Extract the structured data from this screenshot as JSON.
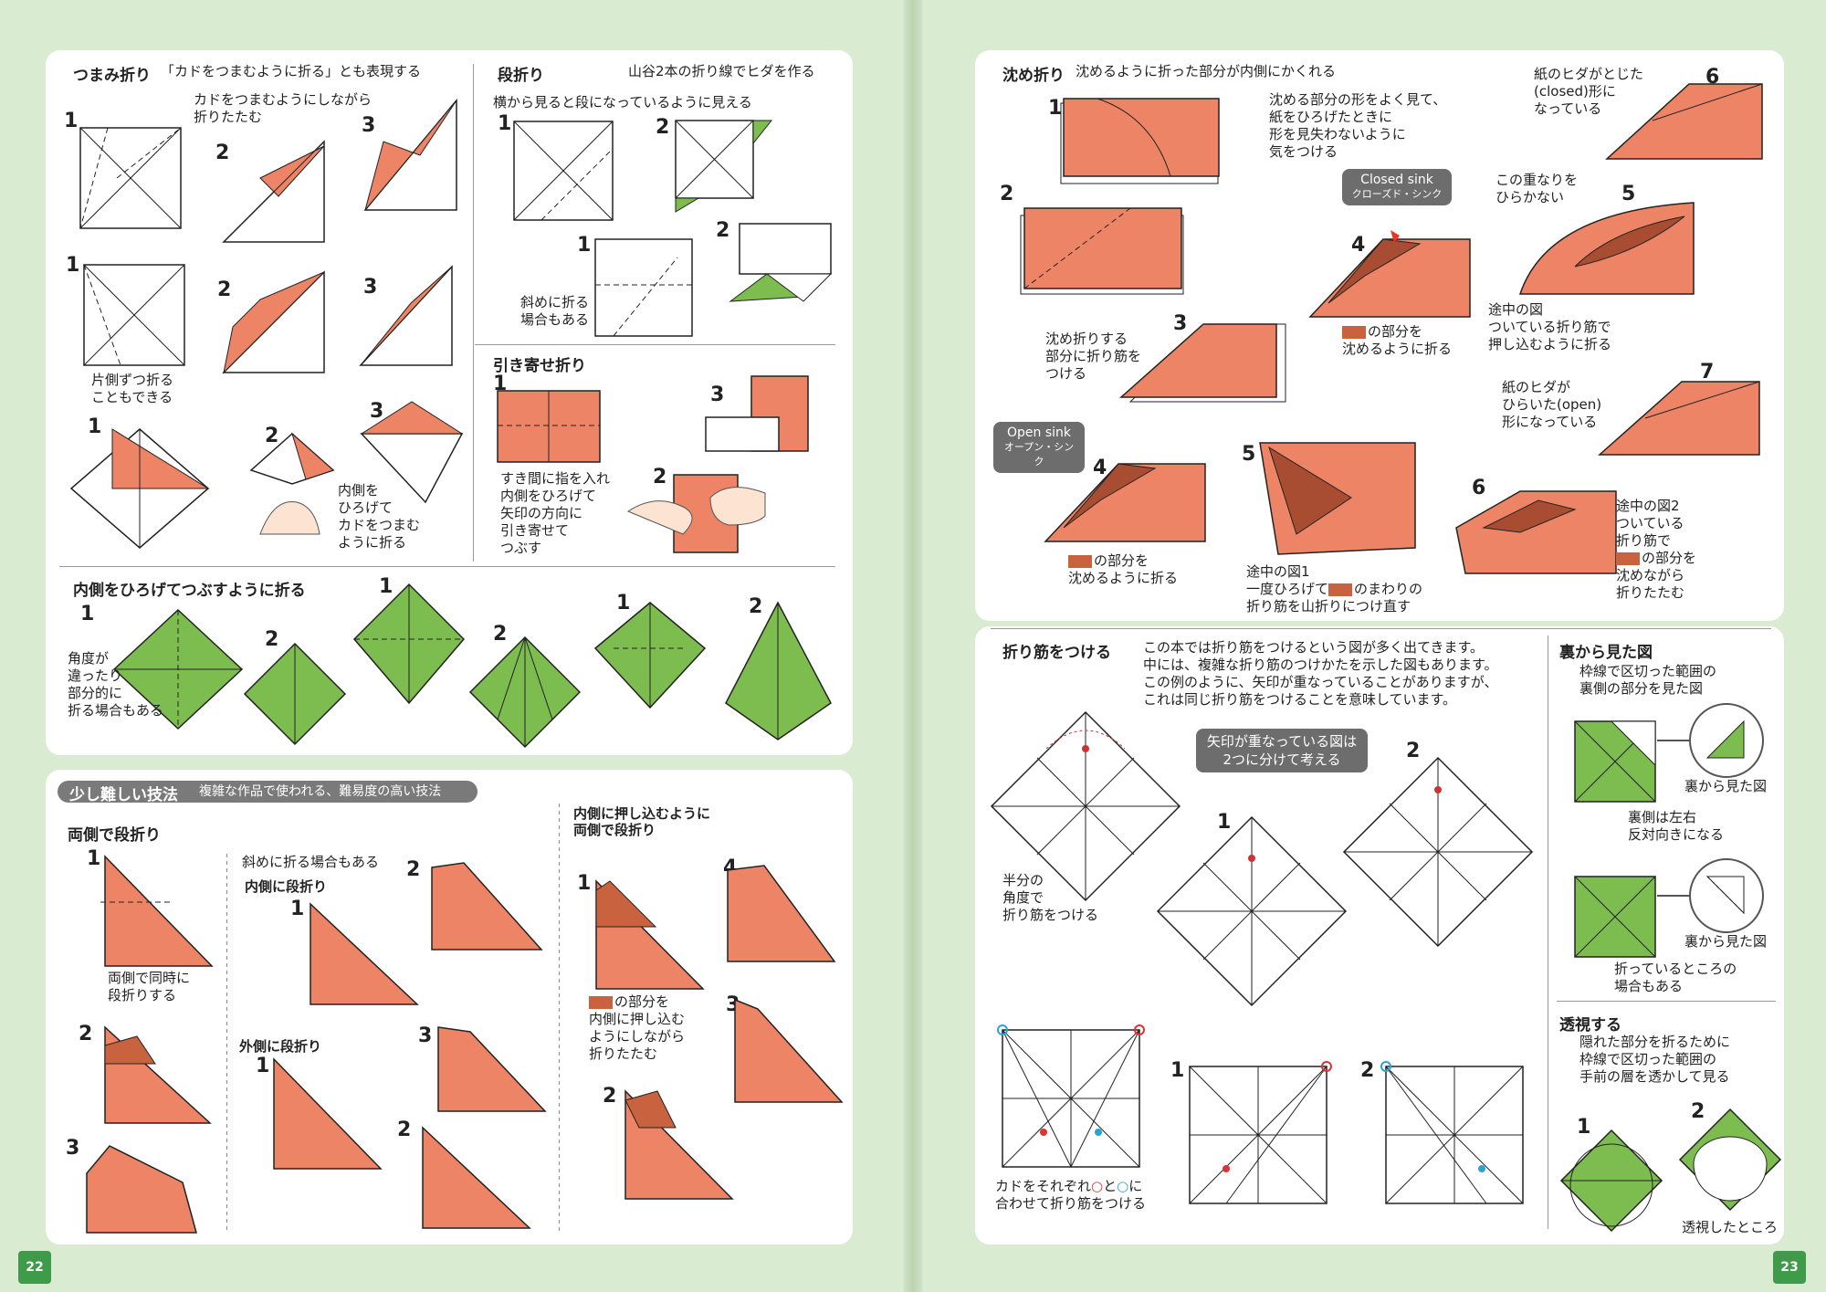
{
  "colors": {
    "orange": "#ee8466",
    "green": "#7dbc4e",
    "band": "#fde2b0",
    "bandGreen": "#b8dba0",
    "bg": "#d9ebd0"
  },
  "left": {
    "pinch": {
      "title": "つまみ折り",
      "desc": "「カドをつまむように折る」とも表現する",
      "note1": "カドをつまむようにしながら",
      "note2": "折りたたむ",
      "note3": "片側ずつ折る",
      "note4": "こともできる",
      "note5": "内側を",
      "note6": "ひろげて",
      "note7": "カドをつまむ",
      "note8": "ように折る"
    },
    "step": {
      "title": "段折り",
      "desc": "山谷2本の折り線でヒダを作る",
      "note1": "横から見ると段になっているように見える",
      "note2": "斜めに折る",
      "note3": "場合もある"
    },
    "pull": {
      "title": "引き寄せ折り",
      "note1": "すき間に指を入れ",
      "note2": "内側をひろげて",
      "note3": "矢印の方向に",
      "note4": "引き寄せて",
      "note5": "つぶす"
    },
    "squash": {
      "title": "内側をひろげてつぶすように折る",
      "note1": "角度が",
      "note2": "違ったり",
      "note3": "部分的に",
      "note4": "折る場合もある"
    },
    "advanced": {
      "title": "少し難しい技法",
      "desc": "複雑な作品で使われる、難易度の高い技法"
    },
    "both": {
      "title": "両側で段折り",
      "note1": "両側で同時に",
      "note2": "段折りする"
    },
    "diag": {
      "note1": "斜めに折る場合もある",
      "inner": "内側に段折り",
      "outer": "外側に段折り"
    },
    "push": {
      "title1": "内側に押し込むように",
      "title2": "両側で段折り",
      "note1": "の部分を",
      "note2": "内側に押し込む",
      "note3": "ようにしながら",
      "note4": "折りたたむ"
    },
    "page": "22"
  },
  "right": {
    "sink": {
      "title": "沈め折り",
      "desc": "沈めるように折った部分が内側にかくれる",
      "note1": "沈める部分の形をよく見て、",
      "note2": "紙をひろげたときに",
      "note3": "形を見失わないように",
      "note4": "気をつける",
      "closedEn": "Closed sink",
      "closedJa": "クローズド・シンク",
      "openEn": "Open sink",
      "openJa": "オープン・シンク",
      "c1": "紙のヒダがとじた",
      "c2": "(closed)形に",
      "c3": "なっている",
      "c4": "この重なりを",
      "c5": "ひらかない",
      "c6": "の部分を",
      "c7": "沈めるように折る",
      "c8": "途中の図",
      "c9": "ついている折り筋で",
      "c10": "押し込むように折る",
      "o1": "沈め折りする",
      "o2": "部分に折り筋を",
      "o3": "つける",
      "o4": "紙のヒダが",
      "o5": "ひらいた(open)",
      "o6": "形になっている",
      "o7": "の部分を",
      "o8": "沈めるように折る",
      "o9": "途中の図1",
      "o10": "一度ひろげて",
      "o11": "のまわりの",
      "o12": "折り筋を山折りにつけ直す",
      "o13": "途中の図2",
      "o14": "ついている",
      "o15": "折り筋で",
      "o16": "の部分を",
      "o17": "沈めながら",
      "o18": "折りたたむ"
    },
    "crease": {
      "title": "折り筋をつける",
      "d1": "この本では折り筋をつけるという図が多く出てきます。",
      "d2": "中には、複雑な折り筋のつけかたを示した図もあります。",
      "d3": "この例のように、矢印が重なっていることがありますが、",
      "d4": "これは同じ折り筋をつけることを意味しています。",
      "pill1": "矢印が重なっている図は",
      "pill2": "2つに分けて考える",
      "n1": "半分の",
      "n2": "角度で",
      "n3": "折り筋をつける",
      "n4": "カドをそれぞれ",
      "n5": "に",
      "n6": "合わせて折り筋をつける"
    },
    "back": {
      "title": "裏から見た図",
      "d1": "枠線で区切った範囲の",
      "d2": "裏側の部分を見た図",
      "l1": "裏から見た図",
      "l2": "裏側は左右",
      "l3": "反対向きになる",
      "l4": "裏から見た図",
      "l5": "折っているところの",
      "l6": "場合もある"
    },
    "trans": {
      "title": "透視する",
      "d1": "隠れた部分を折るために",
      "d2": "枠線で区切った範囲の",
      "d3": "手前の層を透かして見る",
      "l1": "透視したところ"
    },
    "page": "23"
  },
  "nums": {
    "one": "1",
    "two": "2",
    "three": "3",
    "four": "4",
    "five": "5",
    "six": "6",
    "seven": "7"
  }
}
